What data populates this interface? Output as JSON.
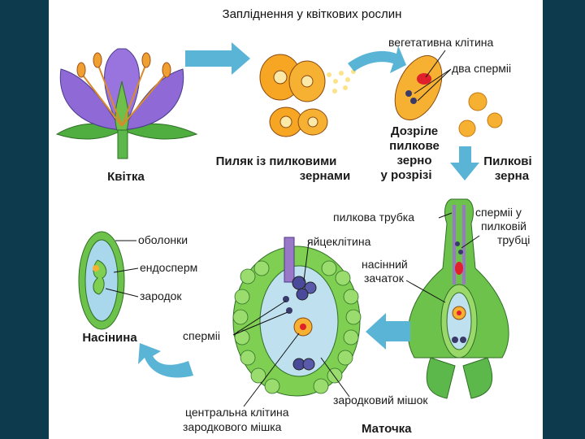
{
  "title": "Запліднення у квіткових рослин",
  "labels": {
    "flower": "Квітка",
    "anther_line1": "Пиляк із пилковими",
    "anther_line2": "зернами",
    "vegetative_cell": "вегетативна клітина",
    "two_sperms": "два сперміі",
    "mature_line1": "Дозріле",
    "mature_line2": "пилкове",
    "mature_line3": "зерно",
    "mature_line4": "у розрізі",
    "pollen_grains_line1": "Пилкові",
    "pollen_grains_line2": "зерна",
    "pollen_tube": "пилкова трубка",
    "sperms_in_tube_line1": "сперміі у",
    "sperms_in_tube_line2": "пилковій",
    "sperms_in_tube_line3": "трубці",
    "seed_coats": "оболонки",
    "egg_cell": "яйцеклітина",
    "endosperm": "ендосперм",
    "ovule_line1": "насінний",
    "ovule_line2": "зачаток",
    "embryo": "зародок",
    "seed": "Насінина",
    "sperms": "сперміі",
    "embryo_sac": "зародковий мішок",
    "central_cell_line1": "центральна клітина",
    "central_cell_line2": "зародкового мішка",
    "pistil": "Маточка"
  }
}
